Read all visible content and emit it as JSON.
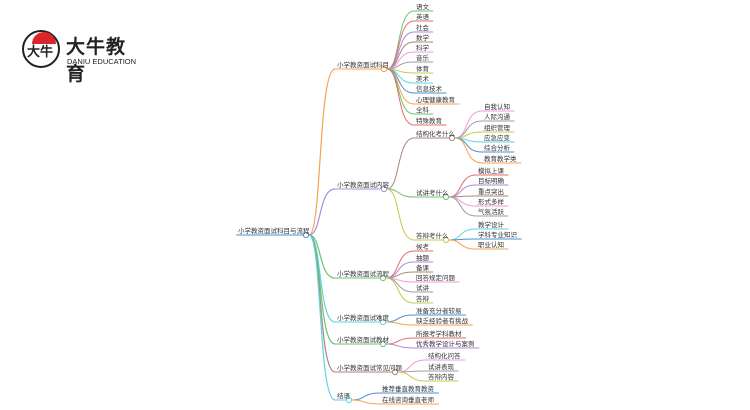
{
  "logo": {
    "glyph": "大牛",
    "name": "大牛教育",
    "subtitle": "DANIU EDUCATION"
  },
  "root": "小学教资面试科目与流程",
  "branches": [
    {
      "label": "小学教资面试科目",
      "color": "#f8a14d",
      "children": [
        {
          "label": "语文",
          "color": "#6cc36c"
        },
        {
          "label": "英语",
          "color": "#e86a6a"
        },
        {
          "label": "社会",
          "color": "#a98be0"
        },
        {
          "label": "数学",
          "color": "#a8877a"
        },
        {
          "label": "科学",
          "color": "#ef9ad8"
        },
        {
          "label": "音乐",
          "color": "#9e9e9e"
        },
        {
          "label": "体育",
          "color": "#c8c84a"
        },
        {
          "label": "美术",
          "color": "#5fd3e0"
        },
        {
          "label": "信息技术",
          "color": "#4a90d0"
        },
        {
          "label": "心理健康教育",
          "color": "#f8a14d"
        },
        {
          "label": "全科",
          "color": "#6cc36c"
        },
        {
          "label": "特殊教育",
          "color": "#e86a6a"
        }
      ]
    },
    {
      "label": "小学教资面试内容",
      "color": "#a98be0",
      "children": [
        {
          "label": "结构化考什么",
          "color": "#a8877a",
          "children": [
            {
              "label": "自我认知",
              "color": "#ef9ad8"
            },
            {
              "label": "人际沟通",
              "color": "#9e9e9e"
            },
            {
              "label": "组织管理",
              "color": "#c8c84a"
            },
            {
              "label": "应急应变",
              "color": "#5fd3e0"
            },
            {
              "label": "综合分析",
              "color": "#4a90d0"
            },
            {
              "label": "教育教学类",
              "color": "#f8a14d"
            }
          ]
        },
        {
          "label": "试讲考什么",
          "color": "#6cc36c",
          "children": [
            {
              "label": "模拟上课",
              "color": "#e86a6a"
            },
            {
              "label": "目标明确",
              "color": "#a98be0"
            },
            {
              "label": "重点突出",
              "color": "#a8877a"
            },
            {
              "label": "形式多样",
              "color": "#ef9ad8"
            },
            {
              "label": "气氛活跃",
              "color": "#9e9e9e"
            }
          ]
        },
        {
          "label": "答辩考什么",
          "color": "#c8c84a",
          "children": [
            {
              "label": "教学设计",
              "color": "#5fd3e0"
            },
            {
              "label": "学科专业知识",
              "color": "#4a90d0"
            },
            {
              "label": "职业认知",
              "color": "#f8a14d"
            }
          ]
        }
      ]
    },
    {
      "label": "小学教资面试流程",
      "color": "#6cc36c",
      "children": [
        {
          "label": "候考",
          "color": "#e86a6a"
        },
        {
          "label": "抽题",
          "color": "#a98be0"
        },
        {
          "label": "备课",
          "color": "#a8877a"
        },
        {
          "label": "回答规定问题",
          "color": "#ef9ad8"
        },
        {
          "label": "试讲",
          "color": "#9e9e9e"
        },
        {
          "label": "答辩",
          "color": "#c8c84a"
        }
      ]
    },
    {
      "label": "小学教资面试难度",
      "color": "#5fd3e0",
      "children": [
        {
          "label": "准备充分者较易",
          "color": "#4a90d0"
        },
        {
          "label": "缺乏经验者有挑战",
          "color": "#f8a14d"
        }
      ]
    },
    {
      "label": "小学教资面试教材",
      "color": "#6cc36c",
      "children": [
        {
          "label": "所报考学科教材",
          "color": "#e86a6a"
        },
        {
          "label": "优秀教学设计与案例",
          "color": "#a98be0"
        }
      ]
    },
    {
      "label": "小学教资面试常见问题",
      "color": "#a8877a",
      "children": [
        {
          "label": "结构化问答",
          "color": "#ef9ad8"
        },
        {
          "label": "试讲表现",
          "color": "#9e9e9e"
        },
        {
          "label": "答辩内容",
          "color": "#c8c84a"
        }
      ]
    },
    {
      "label": "结语",
      "color": "#5fd3e0",
      "children": [
        {
          "label": "推荐垂直教育教资",
          "color": "#4a90d0"
        },
        {
          "label": "在线咨询垂直老师",
          "color": "#f8a14d"
        }
      ]
    }
  ]
}
